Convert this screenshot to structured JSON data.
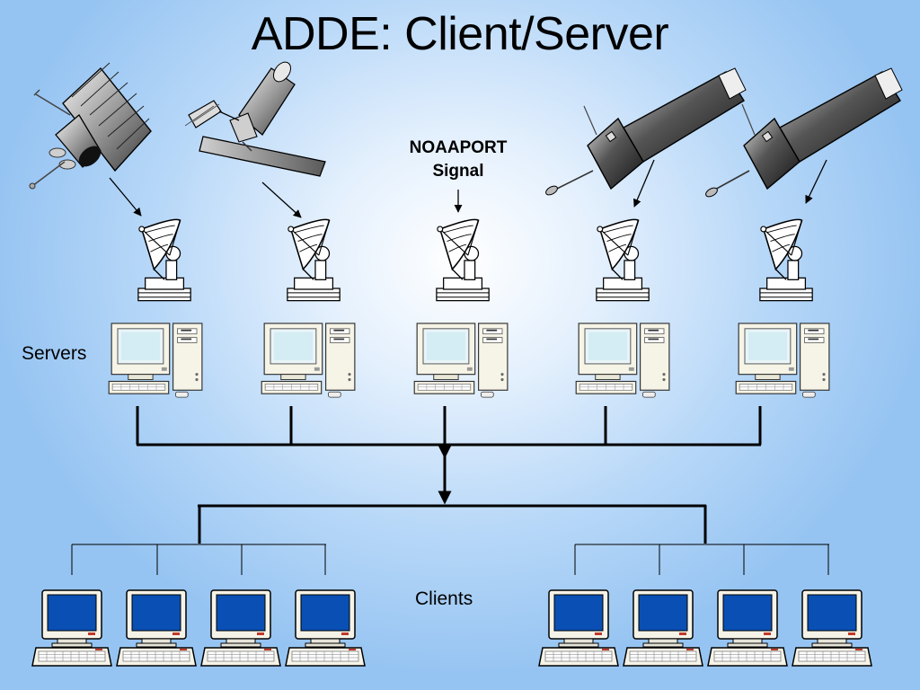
{
  "slide": {
    "title": "ADDE: Client/Server",
    "signal_label_line1": "NOAAPORT",
    "signal_label_line2": "Signal",
    "servers_label": "Servers",
    "clients_label": "Clients"
  },
  "icons": {
    "satellites": [
      "satellite-icon",
      "satellite-icon",
      "satellite-icon",
      "satellite-icon"
    ],
    "dishes": [
      "satellite-dish-icon",
      "satellite-dish-icon",
      "satellite-dish-icon",
      "satellite-dish-icon",
      "satellite-dish-icon"
    ],
    "servers": [
      "server-computer-icon",
      "server-computer-icon",
      "server-computer-icon",
      "server-computer-icon",
      "server-computer-icon"
    ],
    "clients": [
      "client-computer-icon",
      "client-computer-icon",
      "client-computer-icon",
      "client-computer-icon",
      "client-computer-icon",
      "client-computer-icon",
      "client-computer-icon",
      "client-computer-icon"
    ]
  },
  "colors": {
    "screen_blue": "#0a4fb4",
    "network_line": "#000000"
  }
}
